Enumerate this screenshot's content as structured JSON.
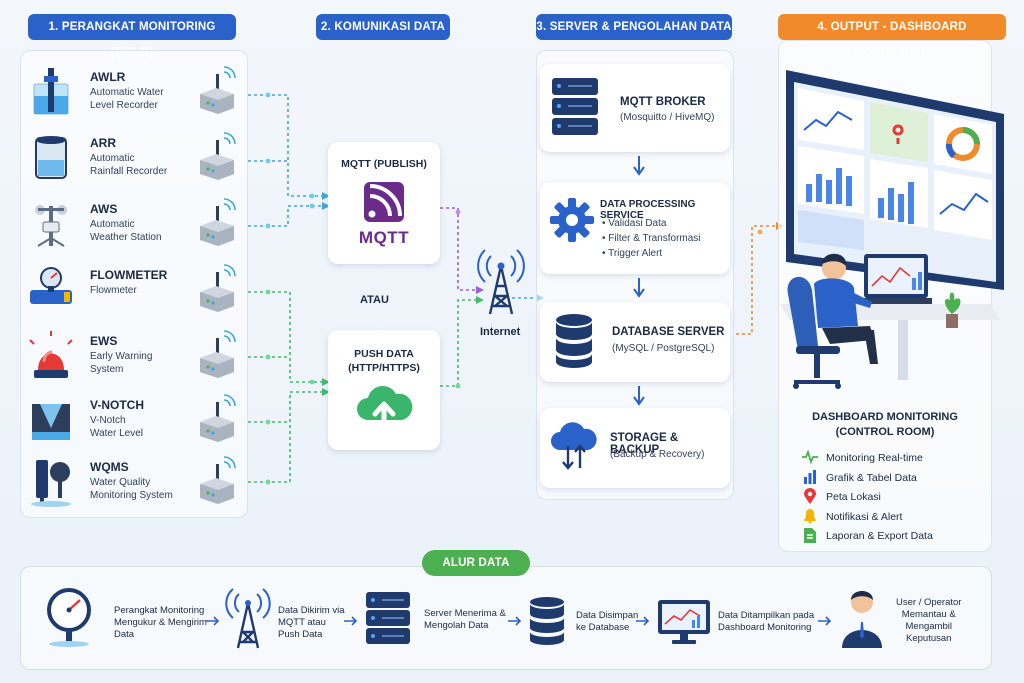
{
  "headers": {
    "field": "1. PERANGKAT MONITORING (FIELD)",
    "comm": "2. KOMUNIKASI DATA",
    "server": "3. SERVER & PENGOLAHAN DATA",
    "output": "4. OUTPUT - DASHBOARD MONITORING"
  },
  "devices": [
    {
      "name": "AWLR",
      "desc1": "Automatic Water",
      "desc2": "Level Recorder"
    },
    {
      "name": "ARR",
      "desc1": "Automatic",
      "desc2": "Rainfall Recorder"
    },
    {
      "name": "AWS",
      "desc1": "Automatic",
      "desc2": "Weather Station"
    },
    {
      "name": "FLOWMETER",
      "desc1": "Flowmeter",
      "desc2": ""
    },
    {
      "name": "EWS",
      "desc1": "Early Warning",
      "desc2": "System"
    },
    {
      "name": "V-NOTCH",
      "desc1": "V-Notch",
      "desc2": "Water Level"
    },
    {
      "name": "WQMS",
      "desc1": "Water Quality",
      "desc2": "Monitoring System"
    }
  ],
  "comm": {
    "mqtt_title": "MQTT (PUBLISH)",
    "mqtt_logo": "MQTT",
    "or": "ATAU",
    "push_title1": "PUSH DATA",
    "push_title2": "(HTTP/HTTPS)",
    "internet": "Internet"
  },
  "server": {
    "broker_title": "MQTT BROKER",
    "broker_sub": "(Mosquitto / HiveMQ)",
    "proc_title": "DATA PROCESSING SERVICE",
    "proc_items": [
      "Validasi Data",
      "Filter & Transformasi",
      "Trigger Alert"
    ],
    "db_title": "DATABASE SERVER",
    "db_sub": "(MySQL / PostgreSQL)",
    "storage_title": "STORAGE & BACKUP",
    "storage_sub": "(Backup & Recovery)"
  },
  "dashboard": {
    "title1": "DASHBOARD MONITORING",
    "title2": "(CONTROL ROOM)",
    "features": [
      "Monitoring Real-time",
      "Grafik & Tabel Data",
      "Peta Lokasi",
      "Notifikasi & Alert",
      "Laporan & Export Data"
    ]
  },
  "flow": {
    "title": "ALUR DATA",
    "steps": [
      [
        "Perangkat Monitoring",
        "Mengukur & Mengirim",
        "Data"
      ],
      [
        "Data Dikirim via",
        "MQTT atau",
        "Push Data"
      ],
      [
        "Server Menerima &",
        "Mengolah Data"
      ],
      [
        "Data Disimpan",
        "ke Database"
      ],
      [
        "Data Ditampilkan pada",
        "Dashboard Monitoring"
      ],
      [
        "User / Operator",
        "Memantau &",
        "Mengambil",
        "Keputusan"
      ]
    ]
  },
  "colors": {
    "blue": "#2b62c9",
    "orange": "#f08a2a",
    "green": "#4caf50",
    "purple": "#6a2b8a",
    "navy": "#1f3b6e"
  }
}
